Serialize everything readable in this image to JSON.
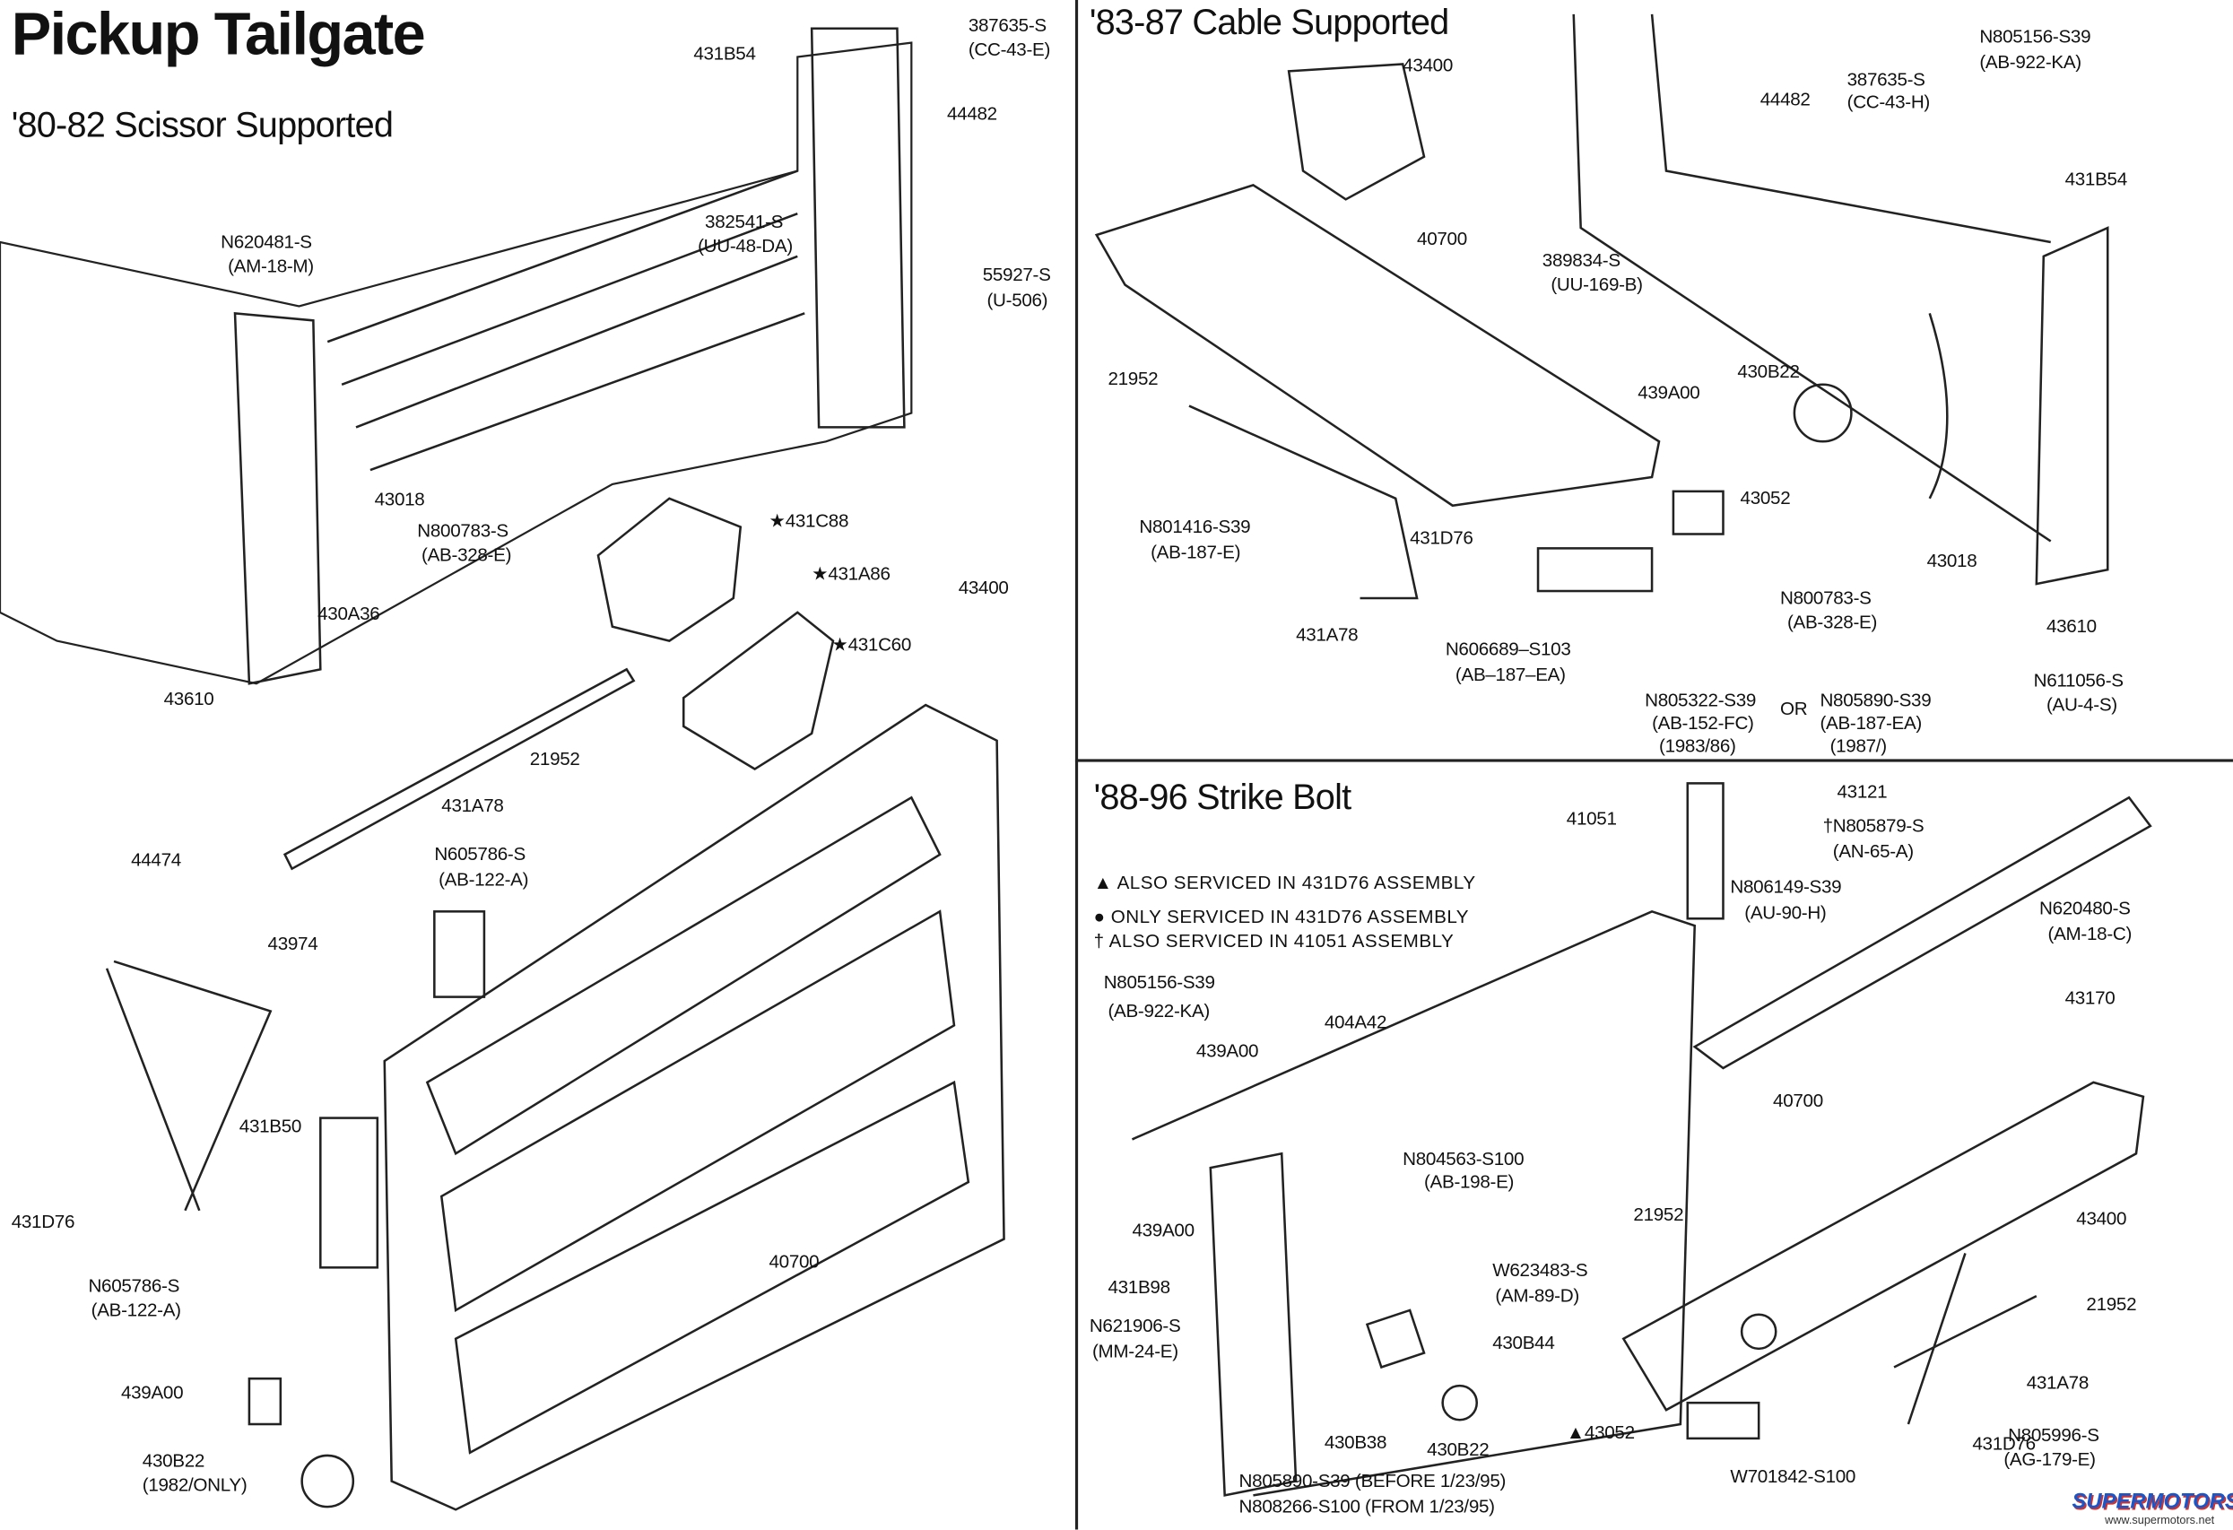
{
  "title": "Pickup Tailgate",
  "sections": [
    {
      "heading": "'80-82 Scissor Supported",
      "labels": [
        "387635-S",
        "(CC-43-E)",
        "431B54",
        "44482",
        "382541-S",
        "(UU-48-DA)",
        "55927-S",
        "(U-506)",
        "N620481-S",
        "(AM-18-M)",
        "43018",
        "N800783-S",
        "(AB-328-E)",
        "★431C88",
        "★431A86",
        "43400",
        "★431C60",
        "430A36",
        "43610",
        "21952",
        "431A78",
        "N605786-S",
        "(AB-122-A)",
        "44474",
        "43974",
        "431B50",
        "431D76",
        "40700",
        "N605786-S",
        "(AB-122-A)",
        "439A00",
        "430B22",
        "(1982/ONLY)"
      ]
    },
    {
      "heading": "'83-87 Cable Supported",
      "labels": [
        "43400",
        "N805156-S39",
        "(AB-922-KA)",
        "387635-S",
        "(CC-43-H)",
        "44482",
        "431B54",
        "40700",
        "389834-S",
        "(UU-169-B)",
        "21952",
        "439A00",
        "430B22",
        "43052",
        "N801416-S39",
        "(AB-187-E)",
        "431D76",
        "43018",
        "N800783-S",
        "(AB-328-E)",
        "431A78",
        "43610",
        "N606689–S103",
        "(AB–187–EA)",
        "N611056-S",
        "(AU-4-S)",
        "N805322-S39",
        "(AB-152-FC)",
        "(1983/86)",
        "OR",
        "N805890-S39",
        "(AB-187-EA)",
        "(1987/)"
      ]
    },
    {
      "heading": "'88-96 Strike Bolt",
      "legend": [
        "▲ ALSO SERVICED IN 431D76 ASSEMBLY",
        "● ONLY SERVICED IN 431D76 ASSEMBLY",
        "† ALSO SERVICED IN 41051 ASSEMBLY"
      ],
      "labels": [
        "43121",
        "41051",
        "†N805879-S",
        "(AN-65-A)",
        "N806149-S39",
        "(AU-90-H)",
        "N620480-S",
        "(AM-18-C)",
        "N805156-S39",
        "(AB-922-KA)",
        "43170",
        "439A00",
        "404A42",
        "40700",
        "N804563-S100",
        "(AB-198-E)",
        "439A00",
        "21952",
        "43400",
        "W623483-S",
        "(AM-89-D)",
        "431B98",
        "21952",
        "N621906-S",
        "(MM-24-E)",
        "430B44",
        "431A78",
        "430B38",
        "430B22",
        "▲43052",
        "431D76",
        "N805996-S",
        "(AG-179-E)",
        "W701842-S100",
        "N805890-S39  (BEFORE 1/23/95)",
        "N808266-S100  (FROM 1/23/95)"
      ]
    }
  ],
  "watermark": {
    "logo": "SUPERMOTORS",
    "url": "www.supermotors.net"
  }
}
